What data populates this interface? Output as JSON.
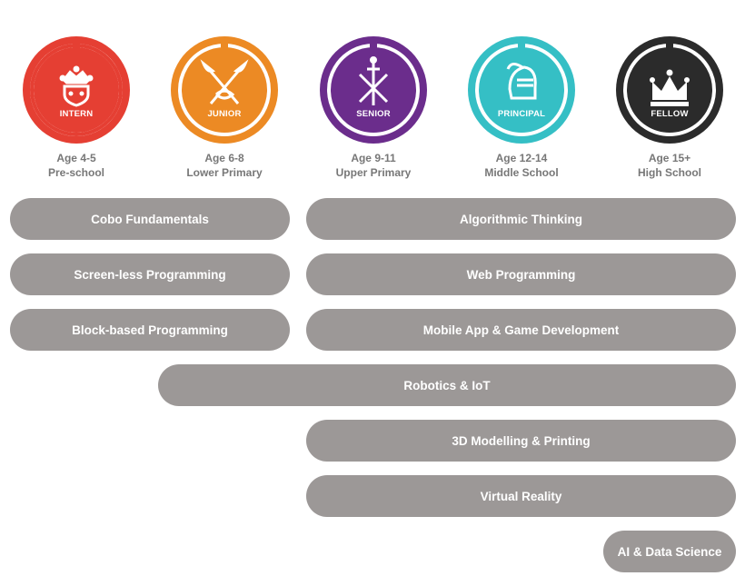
{
  "levels": [
    {
      "name": "INTERN",
      "age": "Age 4-5",
      "stage": "Pre-school",
      "color": "#e53f33",
      "icon": "jester-hat-icon"
    },
    {
      "name": "JUNIOR",
      "age": "Age 6-8",
      "stage": "Lower Primary",
      "color": "#ec8a24",
      "icon": "crossed-trumpets-icon"
    },
    {
      "name": "SENIOR",
      "age": "Age 9-11",
      "stage": "Upper Primary",
      "color": "#6b2d8c",
      "icon": "crossed-swords-icon"
    },
    {
      "name": "PRINCIPAL",
      "age": "Age 12-14",
      "stage": "Middle School",
      "color": "#35bfc5",
      "icon": "knight-helmet-icon"
    },
    {
      "name": "FELLOW",
      "age": "Age 15+",
      "stage": "High School",
      "color": "#2b2b2b",
      "icon": "crown-icon"
    }
  ],
  "courses": {
    "cobo_fundamentals": "Cobo Fundamentals",
    "algorithmic_thinking": "Algorithmic Thinking",
    "screenless_programming": "Screen-less Programming",
    "web_programming": "Web Programming",
    "block_programming": "Block-based Programming",
    "mobile_game_dev": "Mobile App & Game Development",
    "robotics_iot": "Robotics & IoT",
    "modelling_printing": "3D Modelling & Printing",
    "virtual_reality": "Virtual Reality",
    "ai_data_science": "AI & Data Science"
  },
  "colors": {
    "bar": "#9c9897",
    "text_muted": "#777777"
  }
}
